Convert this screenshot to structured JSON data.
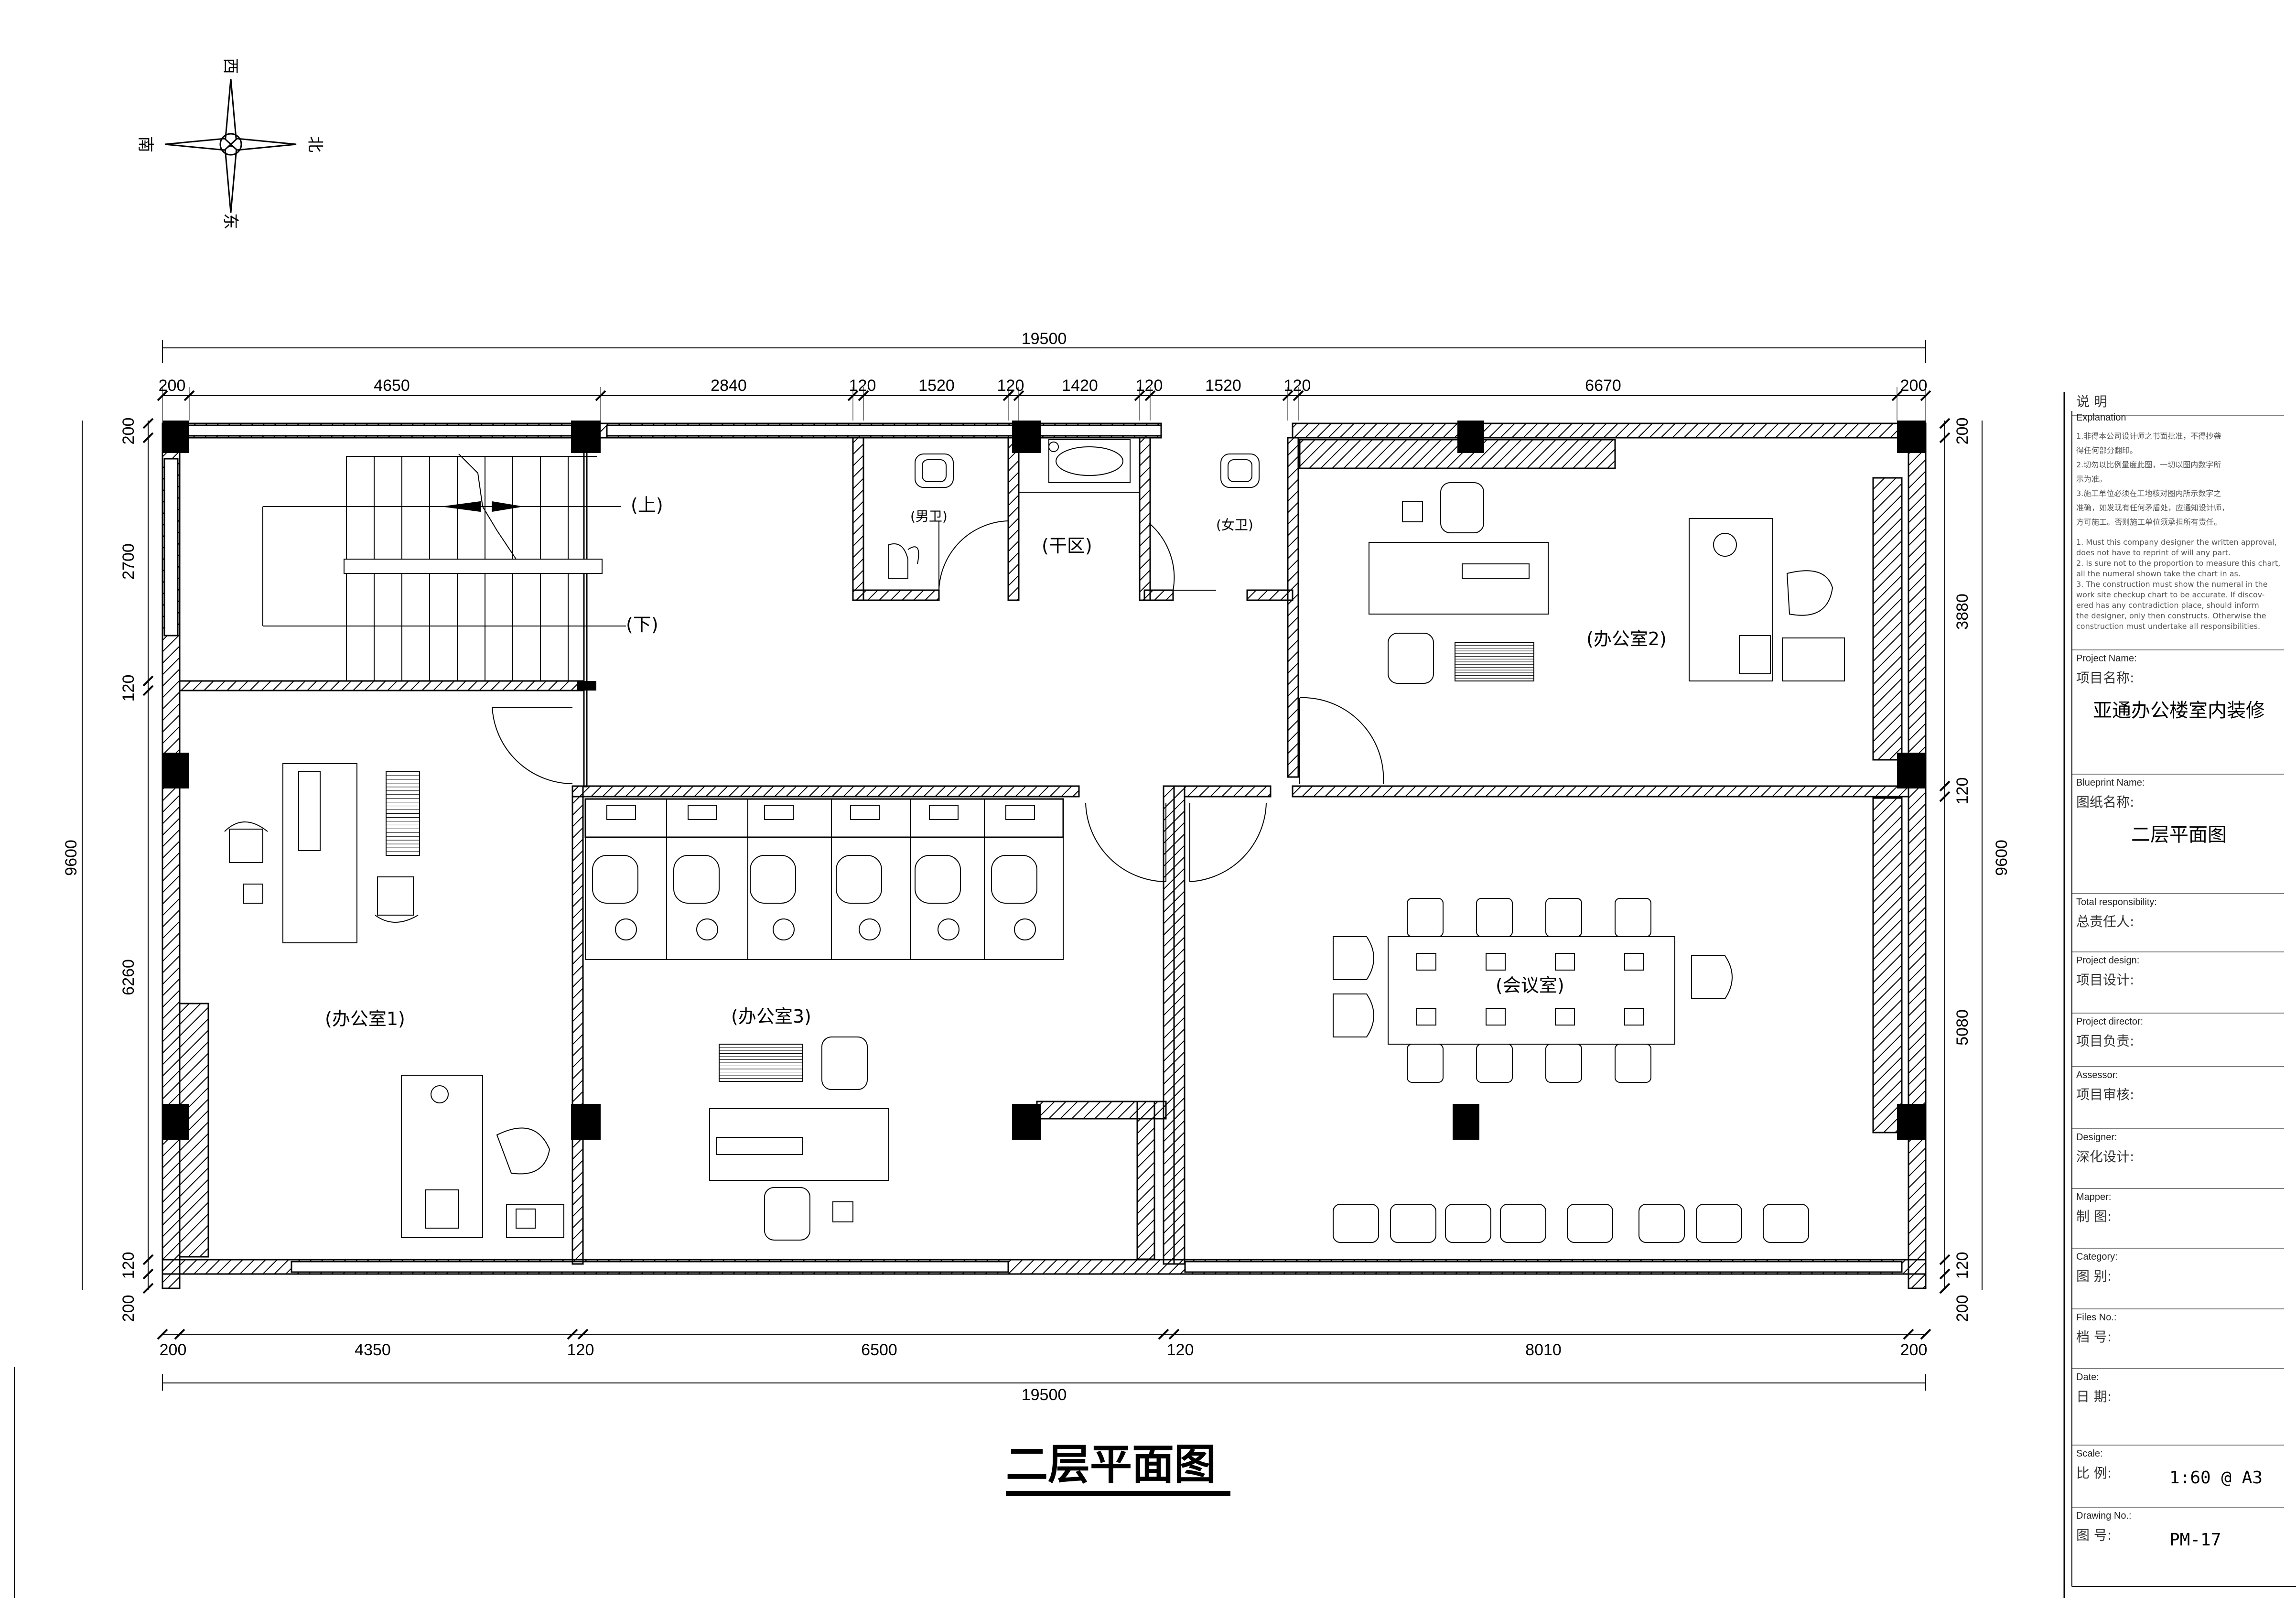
{
  "compass": {
    "north": "北",
    "south": "南",
    "east": "东",
    "west": "西"
  },
  "dimensions": {
    "total_top": "19500",
    "total_bottom": "19500",
    "top": [
      "200",
      "4650",
      "2840",
      "120",
      "1520",
      "120",
      "1420",
      "120",
      "1520",
      "120",
      "6670",
      "200"
    ],
    "bottom": [
      "200",
      "4350",
      "120",
      "6500",
      "120",
      "8010",
      "200"
    ],
    "left": [
      "200",
      "2700",
      "120",
      "6260",
      "120",
      "200"
    ],
    "left_total": "9600",
    "right": [
      "200",
      "3880",
      "120",
      "5080",
      "120",
      "200"
    ],
    "right_total": "9600"
  },
  "rooms": {
    "stair_up": "(上)",
    "stair_down": "(下)",
    "male_wc": "(男卫)",
    "dry_area": "(干区)",
    "female_wc": "(女卫)",
    "office_1": "(办公室1)",
    "office_2": "(办公室2)",
    "office_3": "(办公室3)",
    "meeting": "(会议室)"
  },
  "drawing_title": "二层平面图",
  "title_block": {
    "explanation_cn": "说    明",
    "explanation_en": "Explanation",
    "notes_cn": [
      "1.非得本公司设计师之书面批准，不得抄袭",
      "   得任何部分翻印。",
      "2.切勿以比例量度此图，一切以图内数字所",
      "   示为准。",
      "3.施工单位必须在工地核对图内所示数字之",
      "   准确，如发现有任何矛盾处，应通知设计师，",
      "   方可施工。否则施工单位须承担所有责任。"
    ],
    "notes_en": [
      "1. Must this company designer the written approval,",
      "   does not have to reprint of will any part.",
      "2. Is sure not to the proportion to measure this chart,",
      "   all the numeral shown take the chart in as.",
      "3. The construction must show the numeral in the",
      "   work site checkup chart to be accurate. If discov-",
      "   ered has any contradiction place, should inform",
      "   the designer, only then constructs. Otherwise the",
      "   construction must undertake all responsibilities."
    ],
    "project_name_label_en": "Project Name:",
    "project_name_label_cn": "项目名称:",
    "project_name_value": "亚通办公楼室内装修",
    "blueprint_label_en": "Blueprint Name:",
    "blueprint_label_cn": "图纸名称:",
    "blueprint_value": "二层平面图",
    "total_resp_en": "Total responsibility:",
    "total_resp_cn": "总责任人:",
    "project_design_en": "Project design:",
    "project_design_cn": "项目设计:",
    "project_director_en": "Project director:",
    "project_director_cn": "项目负责:",
    "assessor_en": "Assessor:",
    "assessor_cn": "项目审核:",
    "designer_en": "Designer:",
    "designer_cn": "深化设计:",
    "mapper_en": "Mapper:",
    "mapper_cn": "制    图:",
    "category_en": "Category:",
    "category_cn": "图    别:",
    "files_en": "Files No.:",
    "files_cn": "档    号:",
    "date_en": "Date:",
    "date_cn": "日    期:",
    "scale_en": "Scale:",
    "scale_cn": "比    例:",
    "scale_value": "1:60 @ A3",
    "drawing_no_en": "Drawing No.:",
    "drawing_no_cn": "图    号:",
    "drawing_no_value": "PM-17"
  }
}
